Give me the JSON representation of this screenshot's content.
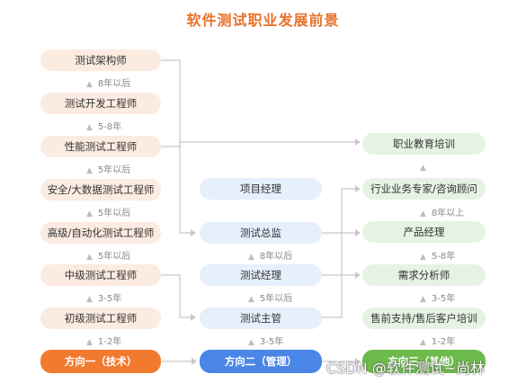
{
  "title": "软件测试职业发展前景",
  "col1": {
    "roles": [
      "测试架构师",
      "测试开发工程师",
      "性能测试工程师",
      "安全/大数据测试工程师",
      "高级/自动化测试工程师",
      "中级测试工程师",
      "初级测试工程师"
    ],
    "steps": [
      "8年以后",
      "5-8年",
      "5年以后",
      "5年以后",
      "5年以后",
      "3-5年",
      "1-2年"
    ],
    "head": "方向一（技术）"
  },
  "col2": {
    "roles": [
      "项目经理",
      "测试总监",
      "测试经理",
      "测试主管"
    ],
    "steps": [
      "8年以后",
      "5年以后",
      "3-5年"
    ],
    "head": "方向二（管理）"
  },
  "col3": {
    "roles": [
      "职业教育培训",
      "行业业务专家/咨询顾问",
      "产品经理",
      "需求分析师",
      "售前支持/售后客户培训"
    ],
    "steps": [
      "8年以上",
      "5-8年",
      "3-5年",
      "1-2年"
    ],
    "head": "方向三（其他）"
  },
  "watermark": "CSDN @软件测试~尚林",
  "colors": {
    "title": "#e8702a",
    "technical": "#f17a2e",
    "management": "#4a86e8",
    "other": "#6cbb4b"
  }
}
